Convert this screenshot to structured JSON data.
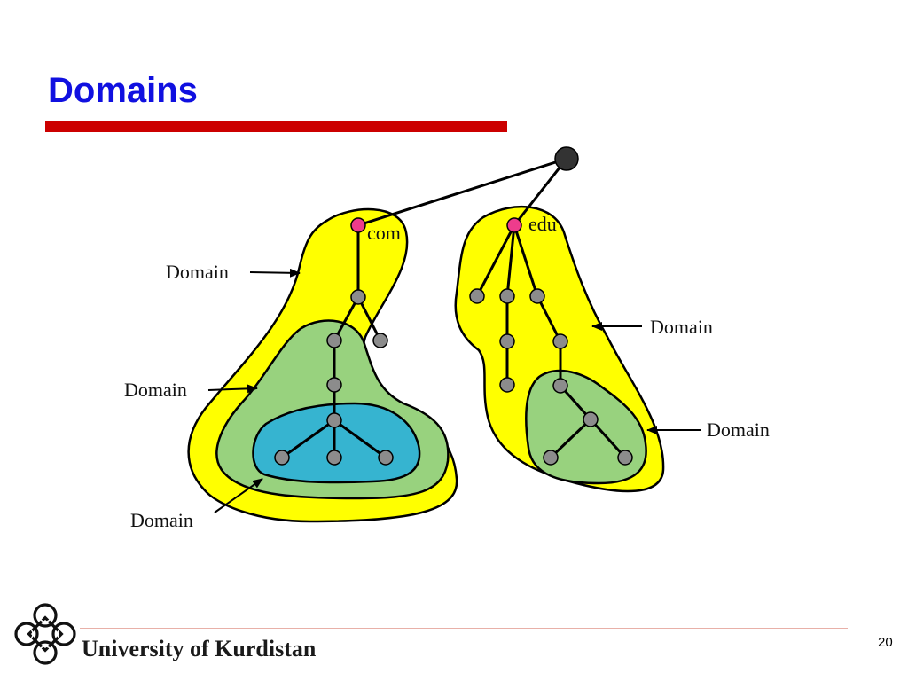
{
  "slide": {
    "title": "Domains",
    "page_number": "20"
  },
  "diagram": {
    "node_labels": {
      "com": "com",
      "edu": "edu"
    },
    "callouts": {
      "left_outer": "Domain",
      "left_middle": "Domain",
      "left_inner": "Domain",
      "right_outer": "Domain",
      "right_inner": "Domain"
    },
    "colors": {
      "outer_domain": "#ffff00",
      "middle_domain": "#98d27e",
      "inner_domain": "#36b4d0",
      "root_node": "#333333",
      "tld_node": "#ee3c8c",
      "node": "#8c8c8c",
      "title": "#1010e0",
      "accent_bar": "#cc0000"
    }
  },
  "footer": {
    "organization": "University of Kurdistan",
    "logo": "university-logo"
  }
}
